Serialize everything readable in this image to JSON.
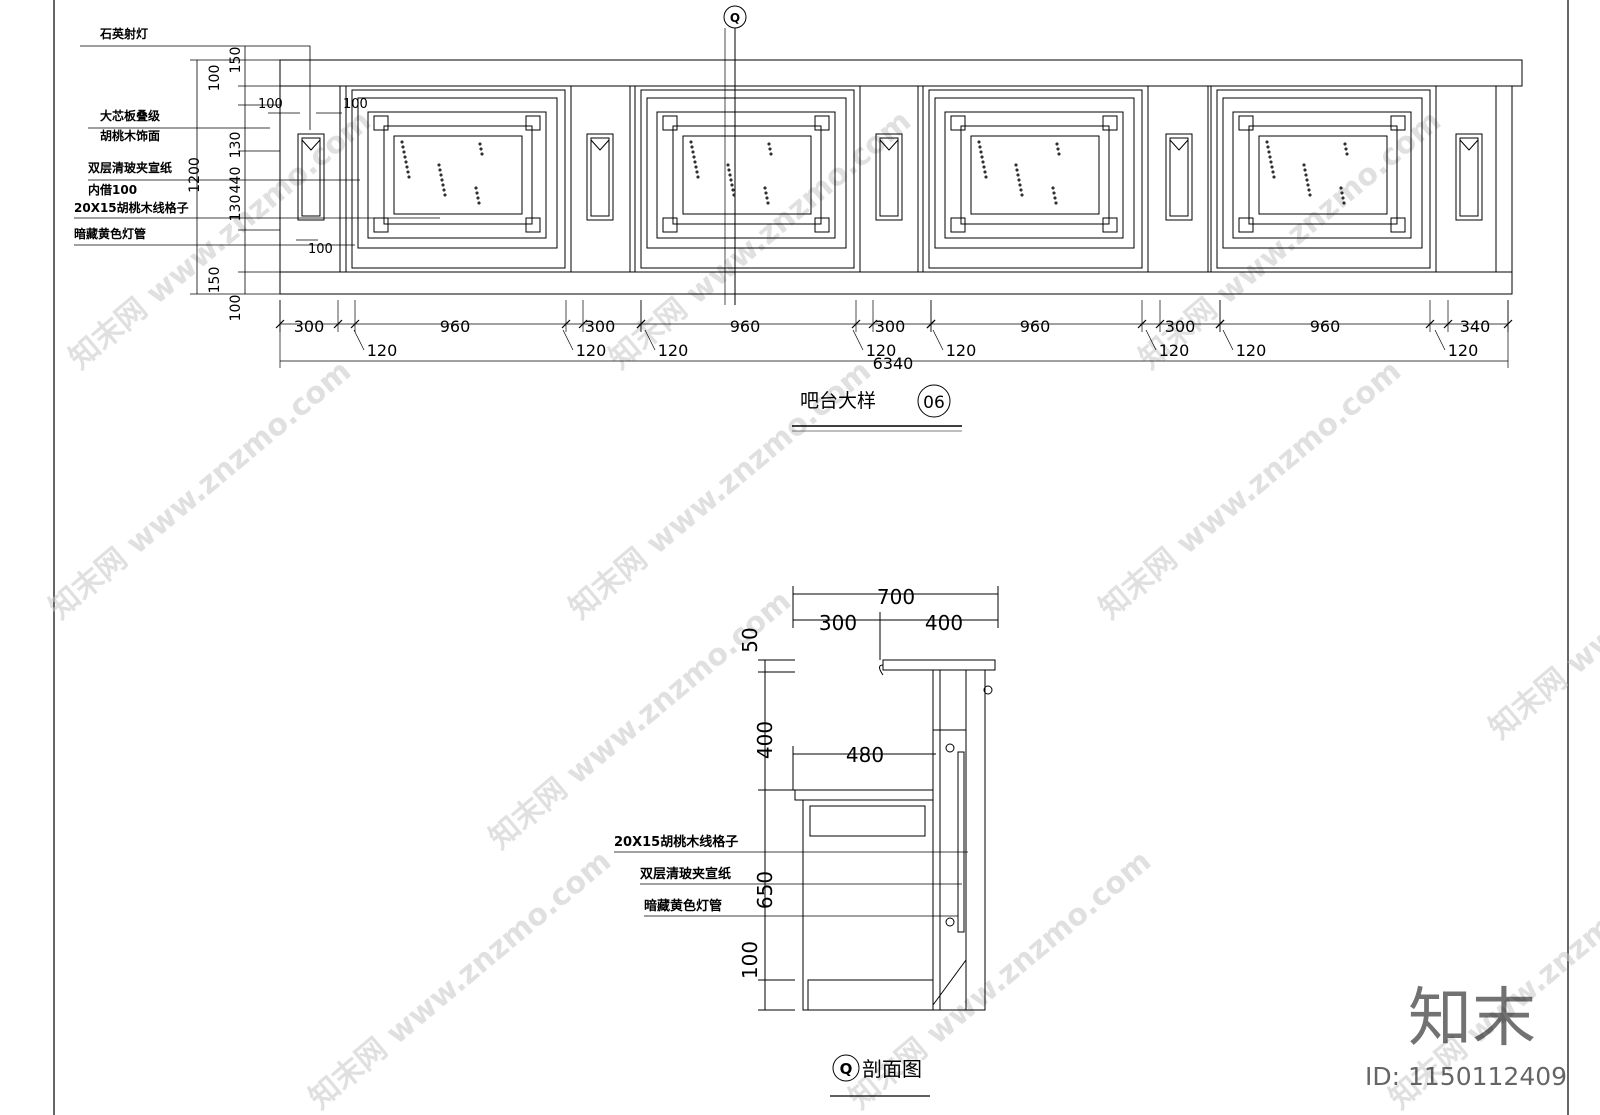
{
  "elevation": {
    "title": "吧台大样",
    "number": "06",
    "section_marker": "Q",
    "notes": [
      "石英射灯",
      "大芯板叠级",
      "胡桃木饰面",
      "双层清玻夹宣纸",
      "内借100",
      "20X15胡桃木线格子",
      "暗藏黄色灯管"
    ],
    "left_dims": [
      "150",
      "100",
      "130",
      "440",
      "1200",
      "130",
      "150",
      "100"
    ],
    "detail_dims": [
      "100",
      "100",
      "100"
    ],
    "bottom_dims_top": [
      "300",
      "960",
      "300",
      "960",
      "300",
      "960",
      "300",
      "960",
      "340"
    ],
    "bottom_dims_bottom": [
      "120",
      "120",
      "120",
      "120",
      "120",
      "120",
      "120",
      "120"
    ],
    "total": "6340"
  },
  "section": {
    "marker": "Q",
    "title": "剖面图",
    "top_dims": [
      "700",
      "300",
      "400"
    ],
    "inner_dim": "480",
    "vertical_dims": [
      "50",
      "400",
      "650",
      "100"
    ],
    "notes": [
      "20X15胡桃木线格子",
      "双层清玻夹宣纸",
      "暗藏黄色灯管"
    ]
  },
  "watermark": {
    "brand": "知末",
    "id_label": "ID: 1150112409",
    "site": "www.znzmo.com",
    "site_cn": "知末网"
  }
}
